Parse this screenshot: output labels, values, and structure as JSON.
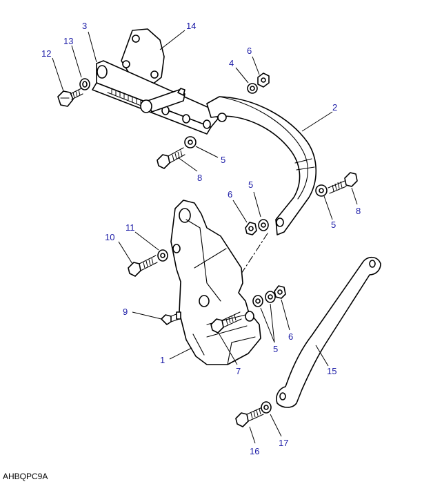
{
  "diagram": {
    "code": "AHBQPC9A",
    "label_color": "#1a1aa6",
    "callouts": [
      {
        "id": "c12",
        "text": "12"
      },
      {
        "id": "c13",
        "text": "13"
      },
      {
        "id": "c3",
        "text": "3"
      },
      {
        "id": "c14",
        "text": "14"
      },
      {
        "id": "c6a",
        "text": "6"
      },
      {
        "id": "c4",
        "text": "4"
      },
      {
        "id": "c2",
        "text": "2"
      },
      {
        "id": "c5a",
        "text": "5"
      },
      {
        "id": "c8a",
        "text": "8"
      },
      {
        "id": "c6b",
        "text": "6"
      },
      {
        "id": "c5b",
        "text": "5"
      },
      {
        "id": "c5c",
        "text": "5"
      },
      {
        "id": "c8b",
        "text": "8"
      },
      {
        "id": "c10",
        "text": "10"
      },
      {
        "id": "c11",
        "text": "11"
      },
      {
        "id": "c9",
        "text": "9"
      },
      {
        "id": "c6c",
        "text": "6"
      },
      {
        "id": "c5d",
        "text": "5"
      },
      {
        "id": "c1",
        "text": "1"
      },
      {
        "id": "c7",
        "text": "7"
      },
      {
        "id": "c15",
        "text": "15"
      },
      {
        "id": "c16",
        "text": "16"
      },
      {
        "id": "c17",
        "text": "17"
      }
    ]
  }
}
